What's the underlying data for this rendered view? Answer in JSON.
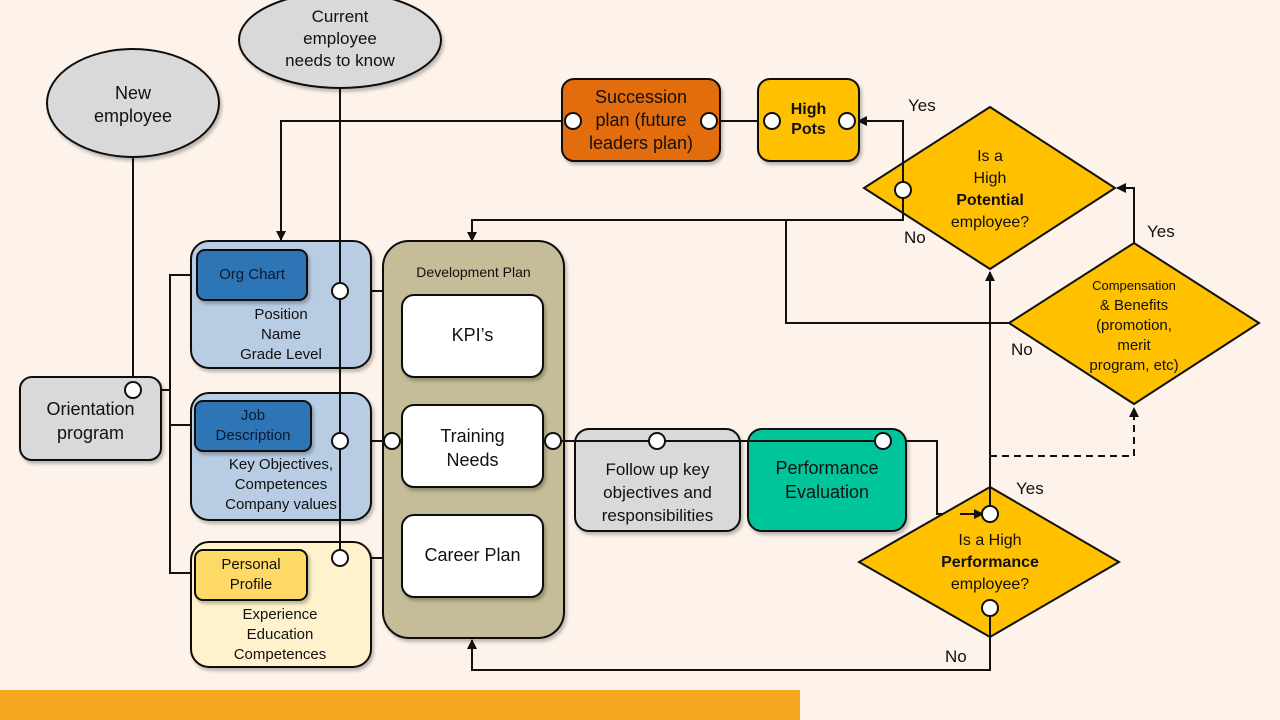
{
  "nodes": {
    "new_employee": {
      "line1": "New",
      "line2": "employee"
    },
    "current_employee": {
      "line1": "Current",
      "line2": "employee",
      "line3": "needs to know"
    },
    "orientation": {
      "line1": "Orientation",
      "line2": "program"
    },
    "org_chart": {
      "title": "Org Chart",
      "line1": "Position",
      "line2": "Name",
      "line3": "Grade Level"
    },
    "job_description": {
      "title1": "Job",
      "title2": "Description",
      "line1": "Key Objectives,",
      "line2": "Competences",
      "line3": "Company values"
    },
    "personal_profile": {
      "title1": "Personal",
      "title2": "Profile",
      "line1": "Experience",
      "line2": "Education",
      "line3": "Competences"
    },
    "development_plan": {
      "title": "Development Plan",
      "kpis": "KPI’s",
      "training1": "Training",
      "training2": "Needs",
      "career": "Career Plan"
    },
    "follow_up": {
      "line1": "Follow up key",
      "line2": "objectives and",
      "line3": "responsibilities"
    },
    "performance_eval": {
      "line1": "Performance",
      "line2": "Evaluation"
    },
    "high_performance": {
      "line1": "Is a High",
      "line2": "Performance",
      "line3": "employee?"
    },
    "comp_benefits": {
      "line1": "Compensation",
      "line2": "& Benefits",
      "line3": "(promotion,",
      "line4": "merit",
      "line5": "program, etc)"
    },
    "high_potential": {
      "line1": "Is a",
      "line2": "High",
      "line3": "Potential",
      "line4": "employee?"
    },
    "high_pots": {
      "line1": "High",
      "line2": "Pots"
    },
    "succession": {
      "line1": "Succession",
      "line2": "plan (future",
      "line3": "leaders plan)"
    }
  },
  "labels": {
    "yes_potential": "Yes",
    "no_potential": "No",
    "yes_comp": "Yes",
    "no_comp": "No",
    "yes_perf": "Yes",
    "no_perf": "No"
  },
  "colors": {
    "background": "#fdf3ea",
    "ellipse": "#d9d9d9",
    "blue_panel": "#b8cce4",
    "blue_box": "#2e75b6",
    "cream_panel": "#fff2cc",
    "orange_box": "#ffd966",
    "dev_plan": "#c4bd97",
    "teal": "#00c49a",
    "gold": "#ffc000",
    "succession": "#e36c0a",
    "accent_bar": "#f6a821"
  }
}
